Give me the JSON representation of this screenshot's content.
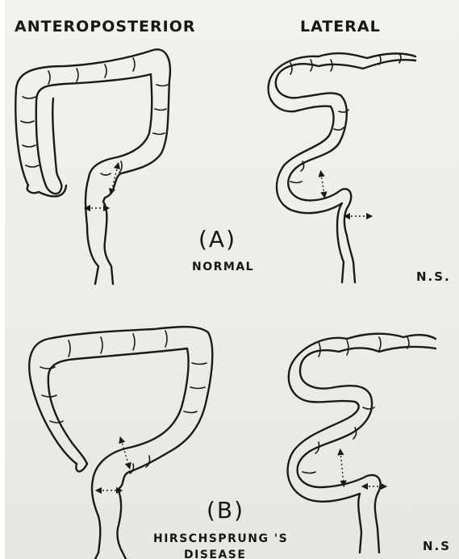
{
  "headings": {
    "anteroposterior": "ANTEROPOSTERIOR",
    "lateral": "LATERAL"
  },
  "panel_a": {
    "letter": "(A)",
    "caption": "NORMAL",
    "ns": "N.S."
  },
  "panel_b": {
    "letter": "(B)",
    "caption_line1": "HIRSCHSPRUNG 'S",
    "caption_line2": "DISEASE",
    "ns": "N.S"
  },
  "colors": {
    "ink": "#1a1a1a",
    "paper": "#eeefea"
  }
}
